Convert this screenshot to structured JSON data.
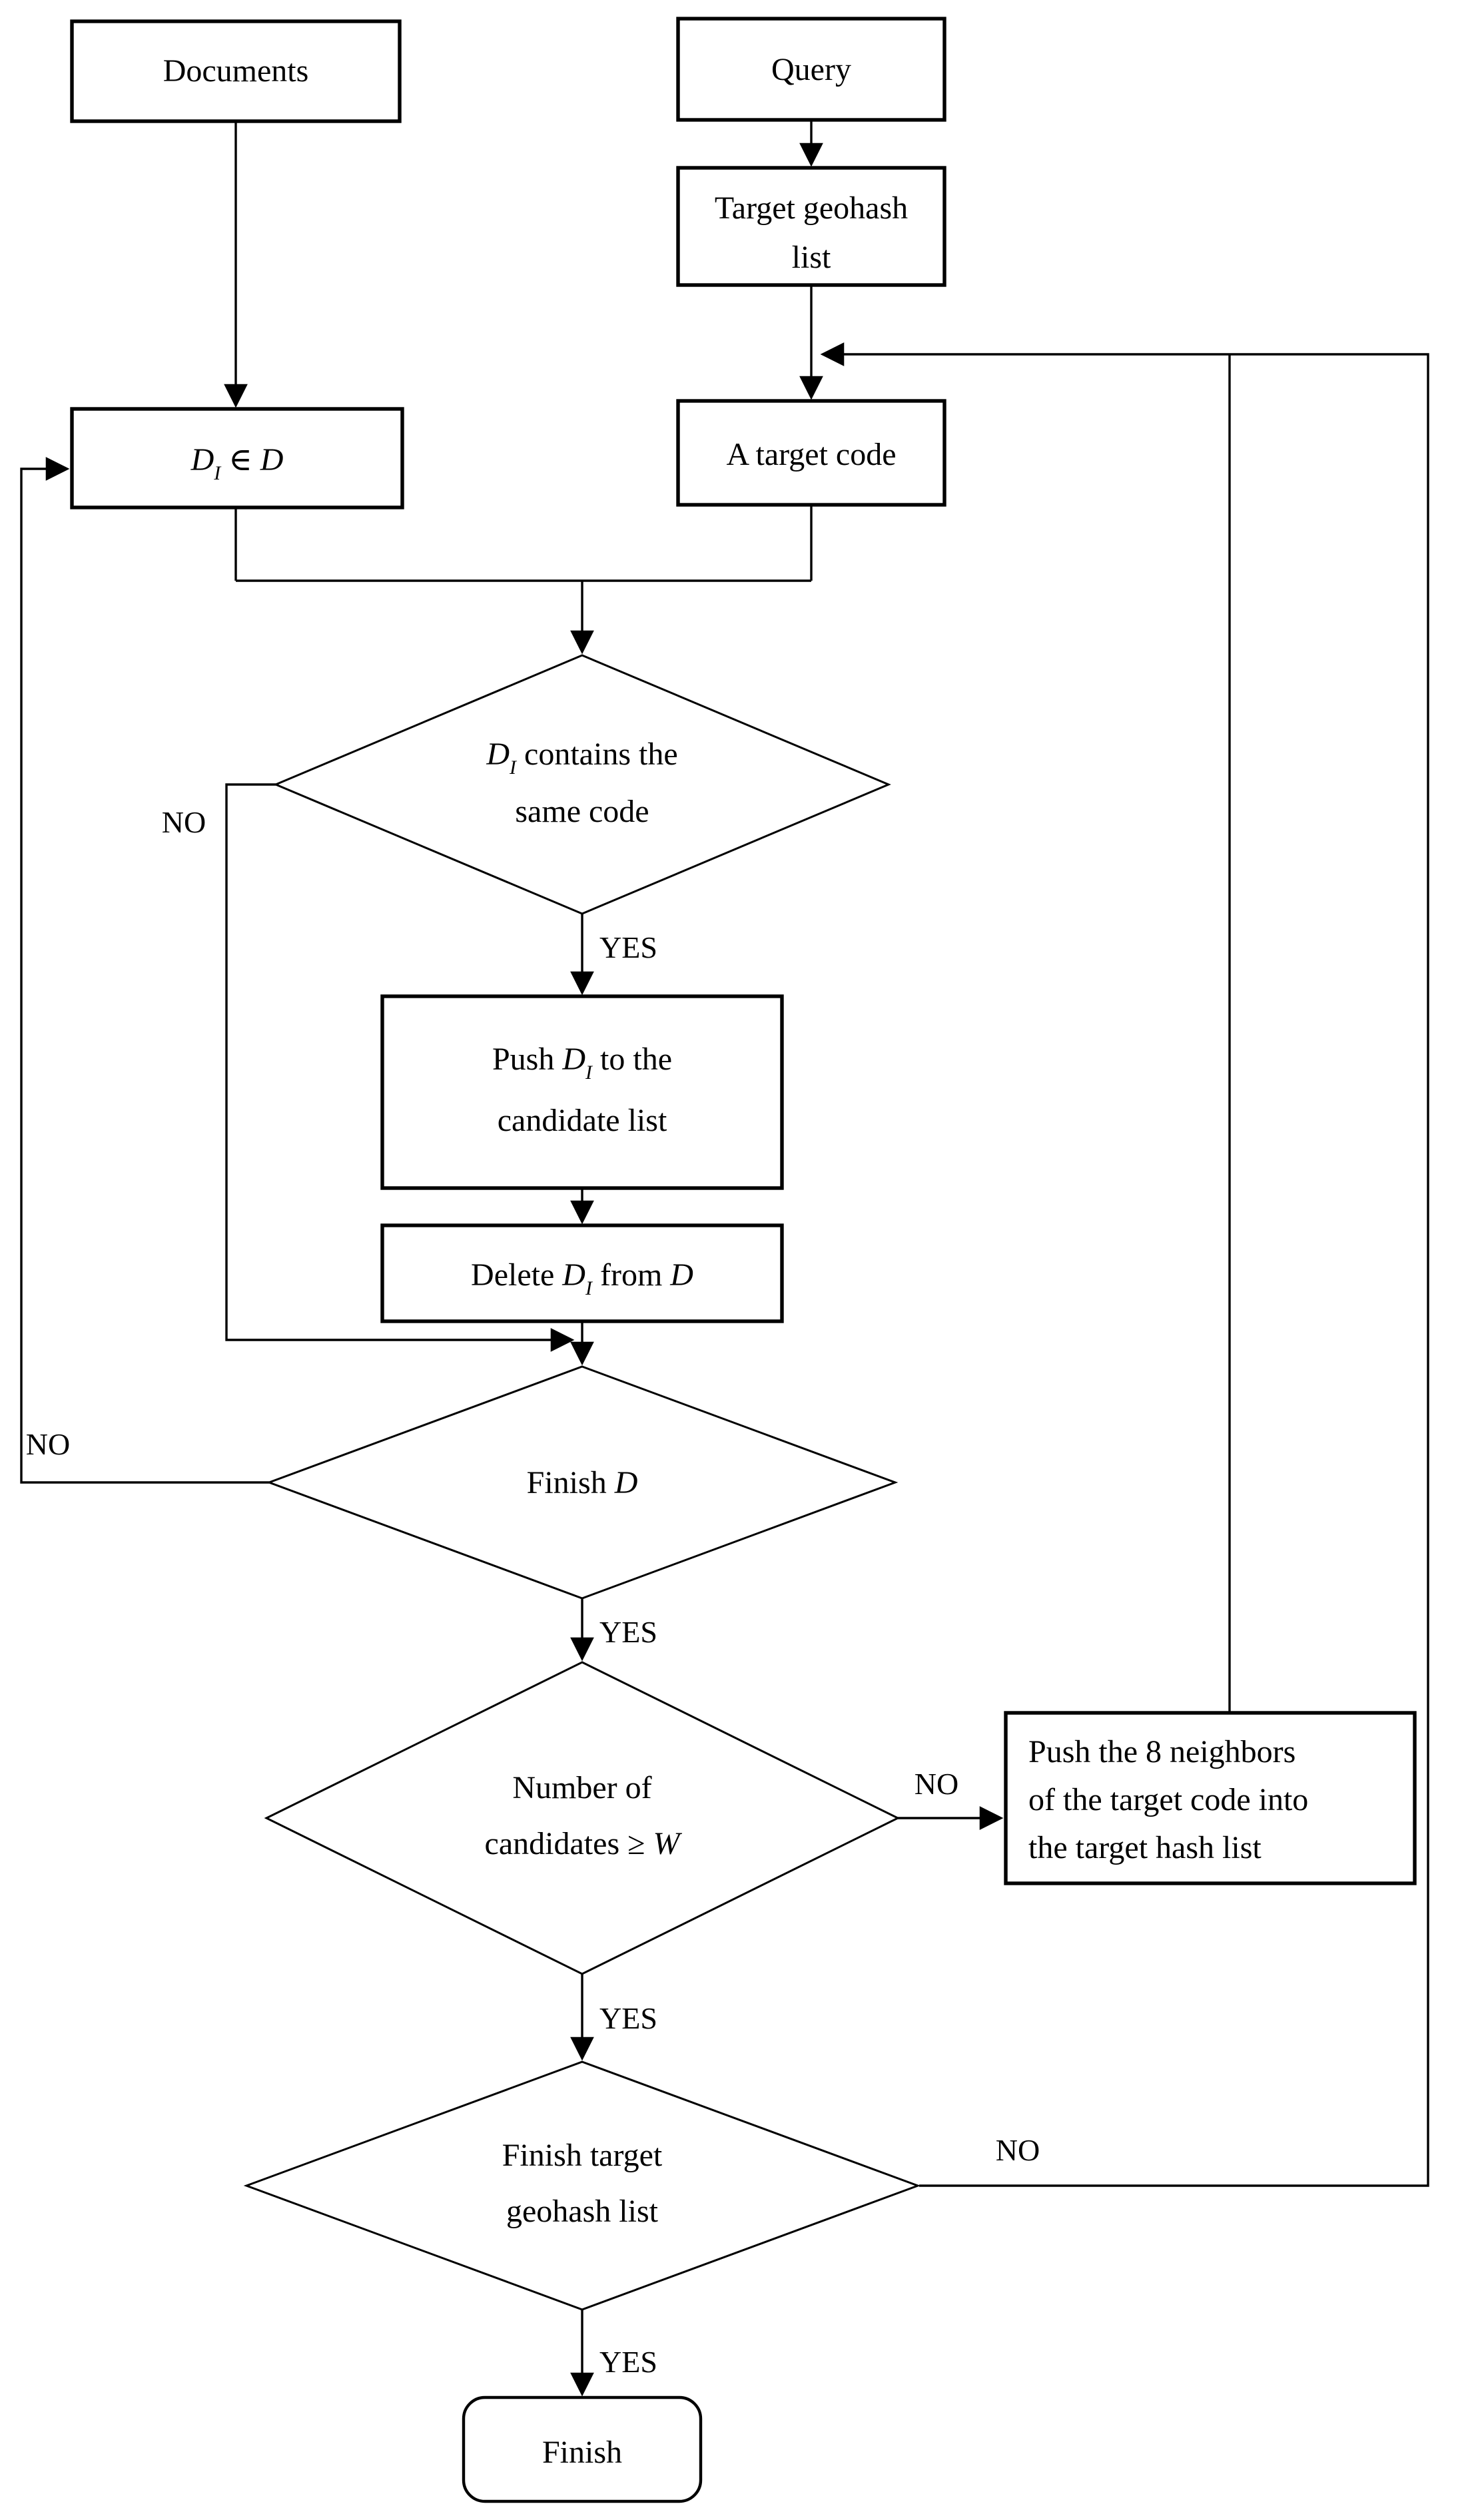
{
  "page": {
    "background": "#ffffff",
    "line_color": "#000000",
    "description": "Flowchart of geohash candidate search over documents and a target geohash list"
  },
  "nodes": [
    {
      "id": "documents",
      "kind": "process",
      "label": [
        [
          {
            "t": "Documents"
          }
        ]
      ]
    },
    {
      "id": "query",
      "kind": "process",
      "label": [
        [
          {
            "t": "Query"
          }
        ]
      ]
    },
    {
      "id": "target-geohash-list",
      "kind": "process",
      "label": [
        [
          {
            "t": "Target geohash"
          }
        ],
        [
          {
            "t": "list"
          }
        ]
      ]
    },
    {
      "id": "a-target-code",
      "kind": "process",
      "label": [
        [
          {
            "t": "A target code"
          }
        ]
      ]
    },
    {
      "id": "di-in-d",
      "kind": "process",
      "label": [
        [
          {
            "t": "D",
            "italic": true
          },
          {
            "t": "I",
            "italic": true,
            "sub": true
          },
          {
            "t": " ∈ "
          },
          {
            "t": "D",
            "italic": true
          }
        ]
      ]
    },
    {
      "id": "di-contains",
      "kind": "decision",
      "label": [
        [
          {
            "t": "D",
            "italic": true
          },
          {
            "t": "I",
            "italic": true,
            "sub": true
          },
          {
            "t": " contains the"
          }
        ],
        [
          {
            "t": "same code"
          }
        ]
      ]
    },
    {
      "id": "push-candidate",
      "kind": "process",
      "label": [
        [
          {
            "t": "Push "
          },
          {
            "t": "D",
            "italic": true
          },
          {
            "t": "I",
            "italic": true,
            "sub": true
          },
          {
            "t": " to the"
          }
        ],
        [
          {
            "t": "candidate list"
          }
        ]
      ]
    },
    {
      "id": "delete-di",
      "kind": "process",
      "label": [
        [
          {
            "t": "Delete "
          },
          {
            "t": "D",
            "italic": true
          },
          {
            "t": "I",
            "italic": true,
            "sub": true
          },
          {
            "t": " from "
          },
          {
            "t": "D",
            "italic": true
          }
        ]
      ]
    },
    {
      "id": "finish-d",
      "kind": "decision",
      "label": [
        [
          {
            "t": "Finish "
          },
          {
            "t": "D",
            "italic": true
          }
        ]
      ]
    },
    {
      "id": "num-candidates",
      "kind": "decision",
      "label": [
        [
          {
            "t": "Number of"
          }
        ],
        [
          {
            "t": "candidates ≥ "
          },
          {
            "t": "W",
            "italic": true
          }
        ]
      ]
    },
    {
      "id": "push-8-neighbors",
      "kind": "process",
      "label": [
        [
          {
            "t": "Push the 8 neighbors"
          }
        ],
        [
          {
            "t": "of the target code into"
          }
        ],
        [
          {
            "t": "the target hash list"
          }
        ]
      ]
    },
    {
      "id": "finish-target",
      "kind": "decision",
      "label": [
        [
          {
            "t": "Finish target"
          }
        ],
        [
          {
            "t": "geohash list"
          }
        ]
      ]
    },
    {
      "id": "finish",
      "kind": "terminal",
      "label": [
        [
          {
            "t": "Finish"
          }
        ]
      ]
    }
  ],
  "edge_labels": [
    {
      "id": "yes-1",
      "text": "YES"
    },
    {
      "id": "no-1",
      "text": "NO"
    },
    {
      "id": "yes-2",
      "text": "YES"
    },
    {
      "id": "no-2",
      "text": "NO"
    },
    {
      "id": "yes-3",
      "text": "YES"
    },
    {
      "id": "no-3",
      "text": "NO"
    },
    {
      "id": "yes-4",
      "text": "YES"
    },
    {
      "id": "no-4",
      "text": "NO"
    }
  ]
}
